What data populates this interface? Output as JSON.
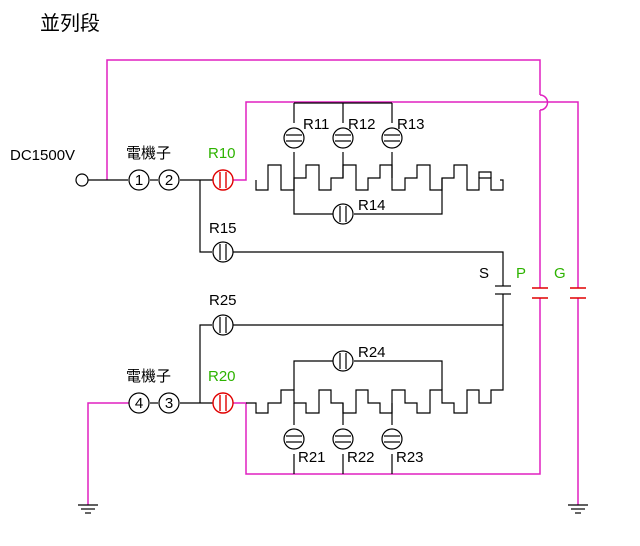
{
  "diagram": {
    "title": "並列段",
    "source_label": "DC1500V",
    "terminal_label": "電機子",
    "terminals_top": [
      "1",
      "2"
    ],
    "terminals_bottom": [
      "4",
      "3"
    ],
    "resistors": {
      "R10": "R10",
      "R11": "R11",
      "R12": "R12",
      "R13": "R13",
      "R14": "R14",
      "R15": "R15",
      "R20": "R20",
      "R21": "R21",
      "R22": "R22",
      "R23": "R23",
      "R24": "R24",
      "R25": "R25"
    },
    "switches": {
      "S": "S",
      "P": "P",
      "G": "G"
    },
    "colors": {
      "black": "#000000",
      "magenta": "#e020c0",
      "green": "#2db300",
      "red": "#e00000"
    },
    "icons": [
      "ground-icon",
      "contactor-icon",
      "terminal-circle-icon"
    ]
  }
}
